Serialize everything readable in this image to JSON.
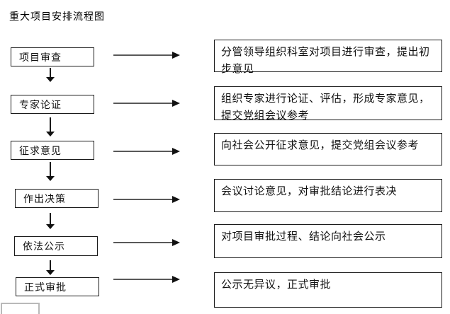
{
  "title": "重大项目安排流程图",
  "flow": {
    "steps": [
      {
        "label": "项目审查",
        "description": "分管领导组织科室对项目进行审查，提出初步意见"
      },
      {
        "label": "专家论证",
        "description": "组织专家进行论证、评估，形成专家意见，提交党组会议参考"
      },
      {
        "label": "征求意见",
        "description": "向社会公开征求意见，提交党组会议参考"
      },
      {
        "label": "作出决策",
        "description": "会议讨论意见，对审批结论进行表决"
      },
      {
        "label": "依法公示",
        "description": "对项目审批过程、结论向社会公示"
      },
      {
        "label": "正式审批",
        "description": "公示无异议，正式审批"
      }
    ]
  },
  "icons": {
    "right_arrow": "→",
    "down_arrow": "↓"
  },
  "colors": {
    "background": "#ffffff",
    "box_border": "#1a1a1a",
    "text": "#111111",
    "arrow_shaft": "#595959",
    "arrow_head": "#111111",
    "fragment_border": "#b9b9b9"
  }
}
